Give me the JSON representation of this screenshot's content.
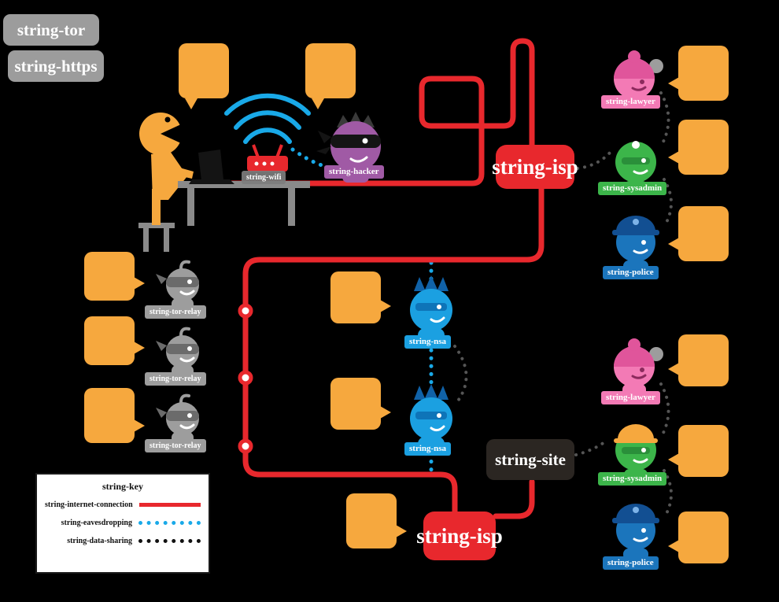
{
  "buttons": {
    "tor_label": "string-tor",
    "https_label": "string-https"
  },
  "network": {
    "wifi_label": "string-wifi",
    "hacker_label": "string-hacker",
    "isp_top_label": "string-isp",
    "isp_bottom_label": "string-isp",
    "site_label": "string-site",
    "nsa_top_label": "string-nsa",
    "nsa_bottom_label": "string-nsa",
    "tor_relays": [
      {
        "label": "string-tor-relay"
      },
      {
        "label": "string-tor-relay"
      },
      {
        "label": "string-tor-relay"
      }
    ],
    "observers_top": {
      "lawyer_label": "string-lawyer",
      "sysadmin_label": "string-sysadmin",
      "police_label": "string-police"
    },
    "observers_bottom": {
      "lawyer_label": "string-lawyer",
      "sysadmin_label": "string-sysadmin",
      "police_label": "string-police"
    }
  },
  "legend": {
    "title": "string-key",
    "items": [
      {
        "label": "string-internet-connection",
        "style": "solid",
        "color": "#e8282d"
      },
      {
        "label": "string-eavesdropping",
        "style": "dotted",
        "color": "#19a9e8"
      },
      {
        "label": "string-data-sharing",
        "style": "dotted",
        "color": "#111111"
      }
    ]
  },
  "colors": {
    "background": "#000000",
    "callout_orange": "#f6a83e",
    "internet_red": "#e8282d",
    "eavesdrop_blue": "#19a9e8",
    "hacker_purple": "#a05aa5",
    "relay_gray": "#9d9d9d",
    "nsa_blue": "#1ba0e1",
    "lawyer_pink": "#f37ab5",
    "sysadmin_green": "#3cb54a",
    "police_blue": "#1b75bc",
    "site_dark": "#2b2622",
    "button_gray": "#9c9c9c"
  }
}
